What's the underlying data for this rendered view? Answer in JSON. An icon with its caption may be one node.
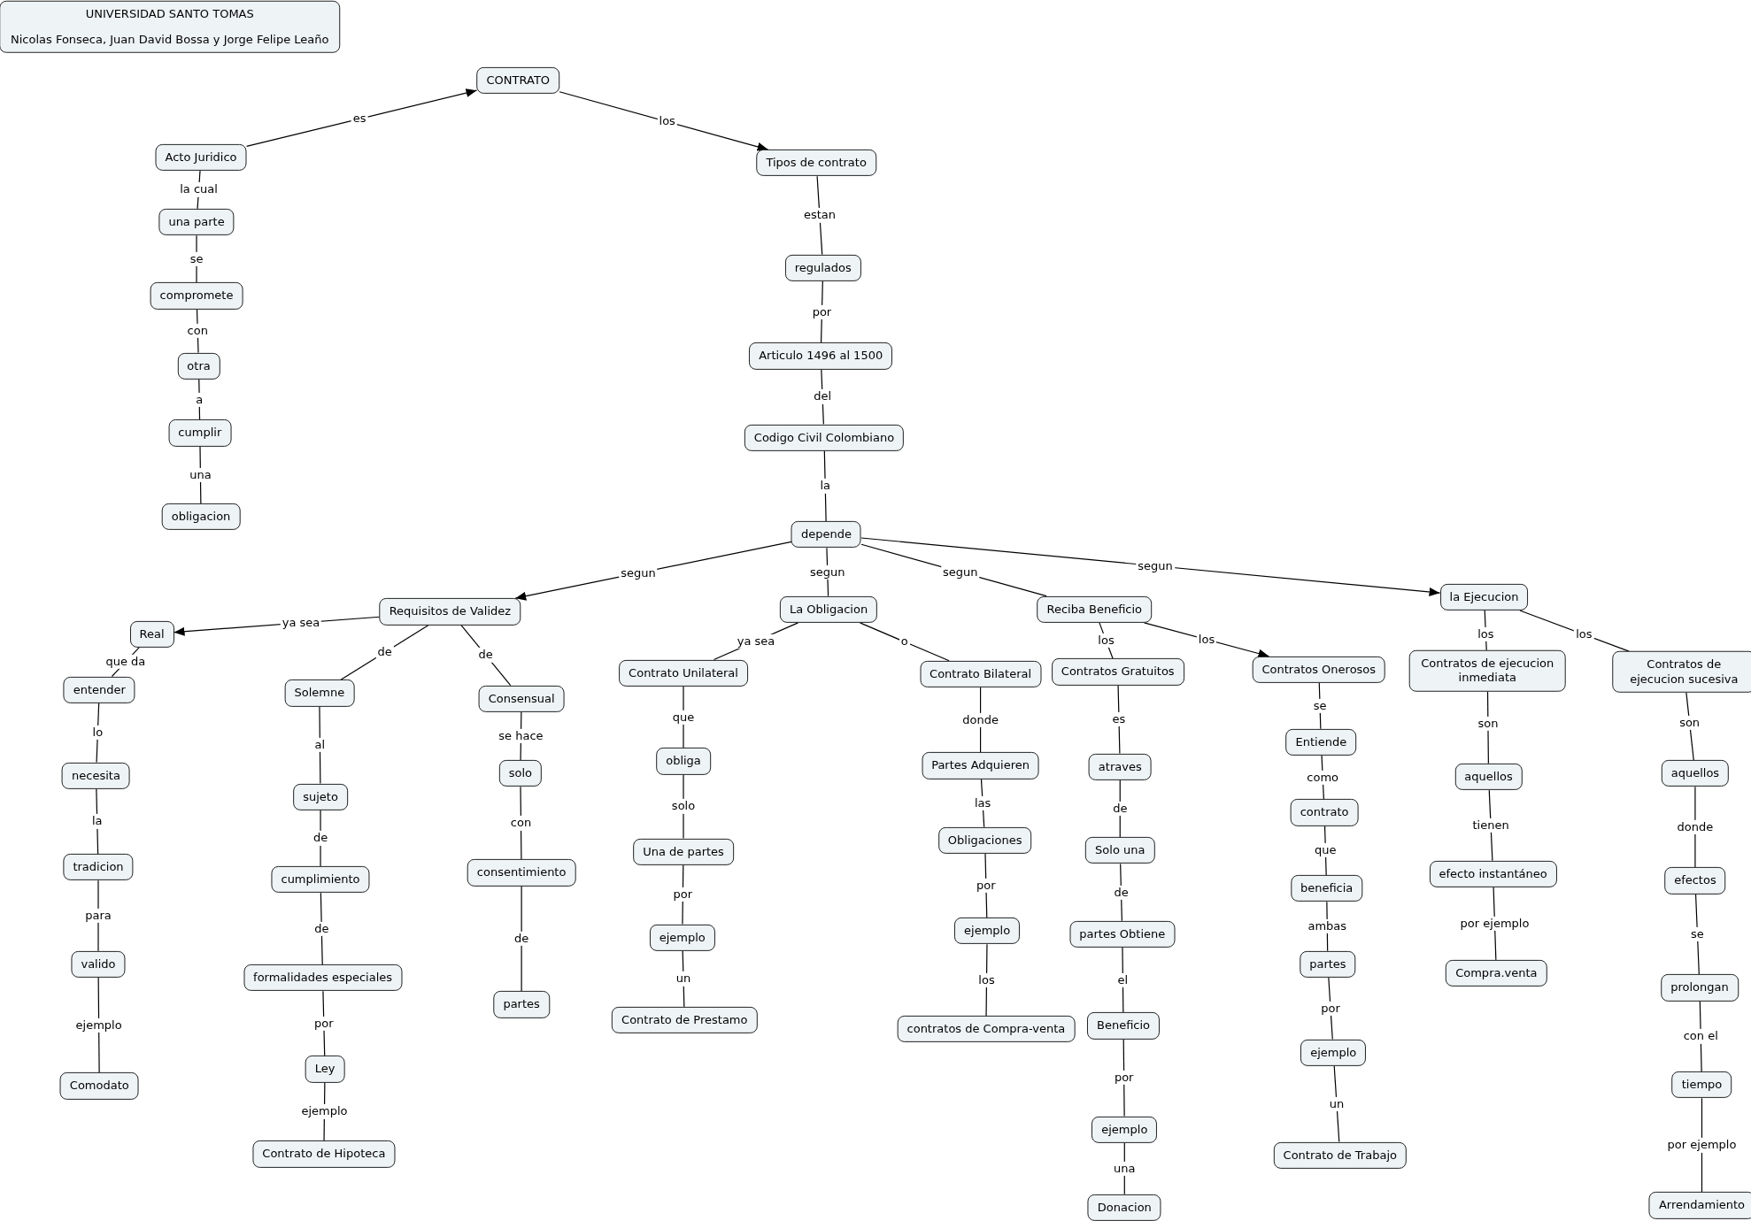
{
  "diagram": {
    "nodes": [
      {
        "text": [
          "UNIVERSIDAD SANTO TOMAS",
          "Nicolas Fonseca, Juan David Bossa y Jorge Felipe Leaño"
        ]
      },
      {
        "text": [
          "CONTRATO"
        ]
      },
      {
        "text": [
          "Acto Juridico"
        ]
      },
      {
        "text": [
          "una parte"
        ]
      },
      {
        "text": [
          "compromete"
        ]
      },
      {
        "text": [
          "otra"
        ]
      },
      {
        "text": [
          "cumplir"
        ]
      },
      {
        "text": [
          "obligacion"
        ]
      },
      {
        "text": [
          "Tipos de contrato"
        ]
      },
      {
        "text": [
          "regulados"
        ]
      },
      {
        "text": [
          "Articulo 1496 al 1500"
        ]
      },
      {
        "text": [
          "Codigo Civil Colombiano"
        ]
      },
      {
        "text": [
          "depende"
        ]
      },
      {
        "text": [
          "Requisitos de Validez"
        ]
      },
      {
        "text": [
          "Real"
        ]
      },
      {
        "text": [
          "entender"
        ]
      },
      {
        "text": [
          "necesita"
        ]
      },
      {
        "text": [
          "tradicion"
        ]
      },
      {
        "text": [
          "valido"
        ]
      },
      {
        "text": [
          "Comodato"
        ]
      },
      {
        "text": [
          "Solemne"
        ]
      },
      {
        "text": [
          "sujeto"
        ]
      },
      {
        "text": [
          "cumplimiento"
        ]
      },
      {
        "text": [
          "formalidades especiales"
        ]
      },
      {
        "text": [
          "Ley"
        ]
      },
      {
        "text": [
          "Contrato de Hipoteca"
        ]
      },
      {
        "text": [
          "Consensual"
        ]
      },
      {
        "text": [
          "solo"
        ]
      },
      {
        "text": [
          "consentimiento"
        ]
      },
      {
        "text": [
          "partes"
        ]
      },
      {
        "text": [
          "La Obligacion"
        ]
      },
      {
        "text": [
          "Contrato Unilateral"
        ]
      },
      {
        "text": [
          "obliga"
        ]
      },
      {
        "text": [
          "Una de partes"
        ]
      },
      {
        "text": [
          "ejemplo"
        ]
      },
      {
        "text": [
          "Contrato de Prestamo"
        ]
      },
      {
        "text": [
          "Contrato Bilateral"
        ]
      },
      {
        "text": [
          "Partes Adquieren"
        ]
      },
      {
        "text": [
          "Obligaciones"
        ]
      },
      {
        "text": [
          "ejemplo"
        ]
      },
      {
        "text": [
          "contratos de Compra-venta"
        ]
      },
      {
        "text": [
          "Reciba Beneficio"
        ]
      },
      {
        "text": [
          "Contratos Gratuitos"
        ]
      },
      {
        "text": [
          "atraves"
        ]
      },
      {
        "text": [
          "Solo una"
        ]
      },
      {
        "text": [
          "partes Obtiene"
        ]
      },
      {
        "text": [
          "Beneficio"
        ]
      },
      {
        "text": [
          "ejemplo"
        ]
      },
      {
        "text": [
          "Donacion"
        ]
      },
      {
        "text": [
          "Contratos Onerosos"
        ]
      },
      {
        "text": [
          "Entiende"
        ]
      },
      {
        "text": [
          "contrato"
        ]
      },
      {
        "text": [
          "beneficia"
        ]
      },
      {
        "text": [
          "partes"
        ]
      },
      {
        "text": [
          "ejemplo"
        ]
      },
      {
        "text": [
          "Contrato de Trabajo"
        ]
      },
      {
        "text": [
          "la Ejecucion"
        ]
      },
      {
        "text": [
          "Contratos de ejecucion inmediata"
        ]
      },
      {
        "text": [
          "aquellos"
        ]
      },
      {
        "text": [
          "efecto instantáneo"
        ]
      },
      {
        "text": [
          "Compra.venta"
        ]
      },
      {
        "text": [
          "Contratos de ejecucion sucesiva"
        ]
      },
      {
        "text": [
          "aquellos"
        ]
      },
      {
        "text": [
          "efectos"
        ]
      },
      {
        "text": [
          "prolongan"
        ]
      },
      {
        "text": [
          "tiempo"
        ]
      },
      {
        "text": [
          "Arrendamiento"
        ]
      }
    ],
    "edges": [
      {
        "from": 2,
        "to": 1,
        "arrow": "to",
        "label": "es"
      },
      {
        "from": 1,
        "to": 8,
        "arrow": "to",
        "label": "los"
      },
      {
        "from": 2,
        "to": 3,
        "arrow": "none",
        "label": "la cual"
      },
      {
        "from": 3,
        "to": 4,
        "arrow": "none",
        "label": "se"
      },
      {
        "from": 4,
        "to": 5,
        "arrow": "none",
        "label": "con"
      },
      {
        "from": 5,
        "to": 6,
        "arrow": "none",
        "label": "a"
      },
      {
        "from": 6,
        "to": 7,
        "arrow": "none",
        "label": "una"
      },
      {
        "from": 8,
        "to": 9,
        "arrow": "none",
        "label": "estan"
      },
      {
        "from": 9,
        "to": 10,
        "arrow": "none",
        "label": "por"
      },
      {
        "from": 10,
        "to": 11,
        "arrow": "none",
        "label": "del"
      },
      {
        "from": 11,
        "to": 12,
        "arrow": "none",
        "label": "la"
      },
      {
        "from": 12,
        "to": 13,
        "arrow": "to",
        "label": "segun"
      },
      {
        "from": 12,
        "to": 30,
        "arrow": "none",
        "label": "segun"
      },
      {
        "from": 12,
        "to": 41,
        "arrow": "none",
        "label": "segun"
      },
      {
        "from": 12,
        "to": 56,
        "arrow": "to",
        "label": "segun"
      },
      {
        "from": 13,
        "to": 14,
        "arrow": "to",
        "label": "ya sea"
      },
      {
        "from": 13,
        "to": 20,
        "arrow": "none",
        "label": "de"
      },
      {
        "from": 13,
        "to": 26,
        "arrow": "none",
        "label": "de"
      },
      {
        "from": 14,
        "to": 15,
        "arrow": "none",
        "label": "que da"
      },
      {
        "from": 15,
        "to": 16,
        "arrow": "none",
        "label": "lo"
      },
      {
        "from": 16,
        "to": 17,
        "arrow": "none",
        "label": "la"
      },
      {
        "from": 17,
        "to": 18,
        "arrow": "none",
        "label": "para"
      },
      {
        "from": 18,
        "to": 19,
        "arrow": "none",
        "label": "ejemplo"
      },
      {
        "from": 20,
        "to": 21,
        "arrow": "none",
        "label": "al"
      },
      {
        "from": 21,
        "to": 22,
        "arrow": "none",
        "label": "de"
      },
      {
        "from": 22,
        "to": 23,
        "arrow": "none",
        "label": "de"
      },
      {
        "from": 23,
        "to": 24,
        "arrow": "none",
        "label": "por"
      },
      {
        "from": 24,
        "to": 25,
        "arrow": "none",
        "label": "ejemplo"
      },
      {
        "from": 26,
        "to": 27,
        "arrow": "none",
        "label": "se hace"
      },
      {
        "from": 27,
        "to": 28,
        "arrow": "none",
        "label": "con"
      },
      {
        "from": 28,
        "to": 29,
        "arrow": "none",
        "label": "de"
      },
      {
        "from": 30,
        "to": 31,
        "arrow": "none",
        "label": "ya sea"
      },
      {
        "from": 30,
        "to": 36,
        "arrow": "none",
        "label": "o"
      },
      {
        "from": 31,
        "to": 32,
        "arrow": "none",
        "label": "que"
      },
      {
        "from": 32,
        "to": 33,
        "arrow": "none",
        "label": "solo"
      },
      {
        "from": 33,
        "to": 34,
        "arrow": "none",
        "label": "por"
      },
      {
        "from": 34,
        "to": 35,
        "arrow": "none",
        "label": "un"
      },
      {
        "from": 36,
        "to": 37,
        "arrow": "none",
        "label": "donde"
      },
      {
        "from": 37,
        "to": 38,
        "arrow": "none",
        "label": "las"
      },
      {
        "from": 38,
        "to": 39,
        "arrow": "none",
        "label": "por"
      },
      {
        "from": 39,
        "to": 40,
        "arrow": "none",
        "label": "los"
      },
      {
        "from": 41,
        "to": 42,
        "arrow": "none",
        "label": "los"
      },
      {
        "from": 41,
        "to": 49,
        "arrow": "to",
        "label": "los"
      },
      {
        "from": 42,
        "to": 43,
        "arrow": "none",
        "label": "es"
      },
      {
        "from": 43,
        "to": 44,
        "arrow": "none",
        "label": "de"
      },
      {
        "from": 44,
        "to": 45,
        "arrow": "none",
        "label": "de"
      },
      {
        "from": 45,
        "to": 46,
        "arrow": "none",
        "label": "el"
      },
      {
        "from": 46,
        "to": 47,
        "arrow": "none",
        "label": "por"
      },
      {
        "from": 47,
        "to": 48,
        "arrow": "none",
        "label": "una"
      },
      {
        "from": 49,
        "to": 50,
        "arrow": "none",
        "label": "se"
      },
      {
        "from": 50,
        "to": 51,
        "arrow": "none",
        "label": "como"
      },
      {
        "from": 51,
        "to": 52,
        "arrow": "none",
        "label": "que"
      },
      {
        "from": 52,
        "to": 53,
        "arrow": "none",
        "label": "ambas"
      },
      {
        "from": 53,
        "to": 54,
        "arrow": "none",
        "label": "por"
      },
      {
        "from": 54,
        "to": 55,
        "arrow": "none",
        "label": "un"
      },
      {
        "from": 56,
        "to": 57,
        "arrow": "none",
        "label": "los"
      },
      {
        "from": 56,
        "to": 61,
        "arrow": "none",
        "label": "los"
      },
      {
        "from": 57,
        "to": 58,
        "arrow": "none",
        "label": "son"
      },
      {
        "from": 58,
        "to": 59,
        "arrow": "none",
        "label": "tienen"
      },
      {
        "from": 59,
        "to": 60,
        "arrow": "none",
        "label": "por ejemplo"
      },
      {
        "from": 61,
        "to": 62,
        "arrow": "none",
        "label": "son"
      },
      {
        "from": 62,
        "to": 63,
        "arrow": "none",
        "label": "donde"
      },
      {
        "from": 63,
        "to": 64,
        "arrow": "none",
        "label": "se"
      },
      {
        "from": 64,
        "to": 65,
        "arrow": "none",
        "label": "con el"
      },
      {
        "from": 65,
        "to": 66,
        "arrow": "none",
        "label": "por ejemplo"
      }
    ]
  }
}
